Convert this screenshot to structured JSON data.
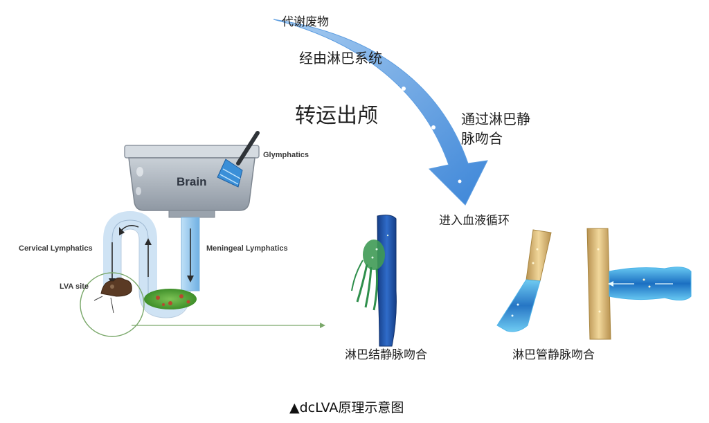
{
  "labels": {
    "metabolic_waste": "代谢废物",
    "via_lymphatic": "经由淋巴系统",
    "transport_out": "转运出颅",
    "via_lv_anastomosis": "通过淋巴静\n脉吻合",
    "enter_blood": "进入血液循环",
    "lnva": "淋巴结静脉吻合",
    "lva": "淋巴管静脉吻合",
    "glymphatics": "Glymphatics",
    "brain": "Brain",
    "cervical": "Cervical Lymphatics",
    "meningeal": "Meningeal Lymphatics",
    "lva_site": "LVA site"
  },
  "caption": "▲dcLVA原理示意图",
  "colors": {
    "arrow_blue": "#4a8fdc",
    "sink_gray": "#aab3bd",
    "pipe_blue": "#8ec4ef",
    "moss_green": "#5fae3e",
    "vein_blue": "#1f4fa8",
    "lymph_green": "#2f8f4c",
    "vessel_gold": "#d9b774",
    "lymph_cyan": "#2aa3df",
    "callout_green": "#7aa86a"
  }
}
